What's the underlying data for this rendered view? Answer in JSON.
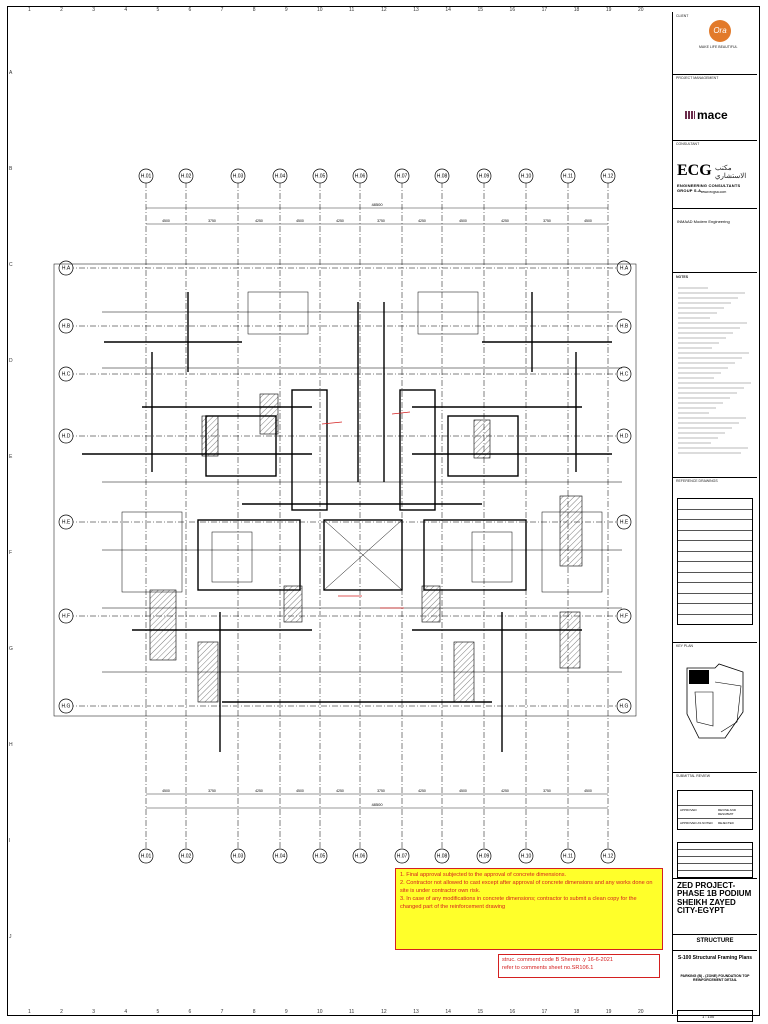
{
  "sheet": {
    "col_numbers": [
      "1",
      "2",
      "3",
      "4",
      "5",
      "6",
      "7",
      "8",
      "9",
      "10",
      "11",
      "12",
      "13",
      "14",
      "15",
      "16",
      "17",
      "18",
      "19",
      "20"
    ],
    "row_letters": [
      "A",
      "B",
      "C",
      "D",
      "E",
      "F",
      "G",
      "H",
      "I",
      "J"
    ]
  },
  "plan": {
    "grid_top": [
      "H.01",
      "H.02",
      "H.03",
      "H.04",
      "H.05",
      "H.06",
      "H.07",
      "H.08",
      "H.09",
      "H.10",
      "H.11",
      "H.12"
    ],
    "grid_bottom": [
      "H.01",
      "H.02",
      "H.03",
      "H.04",
      "H.05",
      "H.06",
      "H.07",
      "H.08",
      "H.09",
      "H.10",
      "H.11",
      "H.12"
    ],
    "grid_left": [
      "H.A",
      "H.B",
      "H.C",
      "H.D",
      "H.E",
      "H.F",
      "H.G"
    ],
    "grid_right": [
      "H.A",
      "H.B",
      "H.C",
      "H.D",
      "H.E",
      "H.F",
      "H.G"
    ],
    "overall_dim_top": "48500",
    "overall_dim_bottom": "48500",
    "span_dims_top": [
      "4500",
      "3750",
      "4250",
      "4500",
      "4250",
      "3750",
      "4250",
      "4500",
      "4250",
      "3750",
      "4500"
    ],
    "span_dims_bottom": [
      "4500",
      "3750",
      "4250",
      "4500",
      "4250",
      "3750",
      "4250",
      "4500",
      "4250",
      "3750",
      "4500"
    ]
  },
  "title_block": {
    "client_label": "CLIENT",
    "ora_logo_text": "Ora",
    "ora_tagline": "MAKE LIFE BEAUTIFUL",
    "pm_label": "PROJECT MANAGEMENT",
    "mace_text": "mace",
    "consultant_label": "CONSULTANT",
    "ecg_text": "ECG",
    "ecg_arabic": "مكتب الاستشاري",
    "ecg_full": "ENGINEERING CONSULTANTS GROUP S.A.",
    "ecg_web": "www.ecgsa.com",
    "inmaad_name": "INMAAD Modern Engineering",
    "notes_label": "NOTES",
    "ref_label": "REFERENCE DRAWINGS",
    "key_plan_label": "KEY PLAN",
    "revisions_label": "SUBMITTAL REVIEW",
    "status_labels": [
      "APPROVED",
      "REVISE AND RESUBMIT",
      "APPROVED AS NOTED",
      "REJECTED"
    ],
    "project_title": "ZED PROJECT-PHASE 1B PODIUM SHEIKH ZAYED CITY-EGYPT",
    "discipline": "STRUCTURE",
    "drawing_title": "S-100 Structural Framing Plans",
    "drawing_subtitle": "PARKING (B) - (ZONE) FOUNDATION TOP REINFORCEMENT DETAIL",
    "scale": "1 : 100"
  },
  "review_notes": {
    "yellow": [
      "1. Final approval subjected to the approval of concrete dimensions.",
      "2. Contractor not allowed to cast except after approval of concrete dimensions and any works done on site is under contractor own risk.",
      "3. In case of any modifications in concrete dimensions; contractor to submit a clean copy for the changed part of the reinforcement drawing"
    ],
    "red": [
      "struc. comment code B Sherein .y 16-6-2021",
      "refer to comments sheet no.SR106.1"
    ]
  },
  "colors": {
    "note_yellow_bg": "#ffff2a",
    "note_red": "#d42020",
    "ora_orange": "#e27a2a",
    "mace_purple": "#6b2b4b"
  }
}
